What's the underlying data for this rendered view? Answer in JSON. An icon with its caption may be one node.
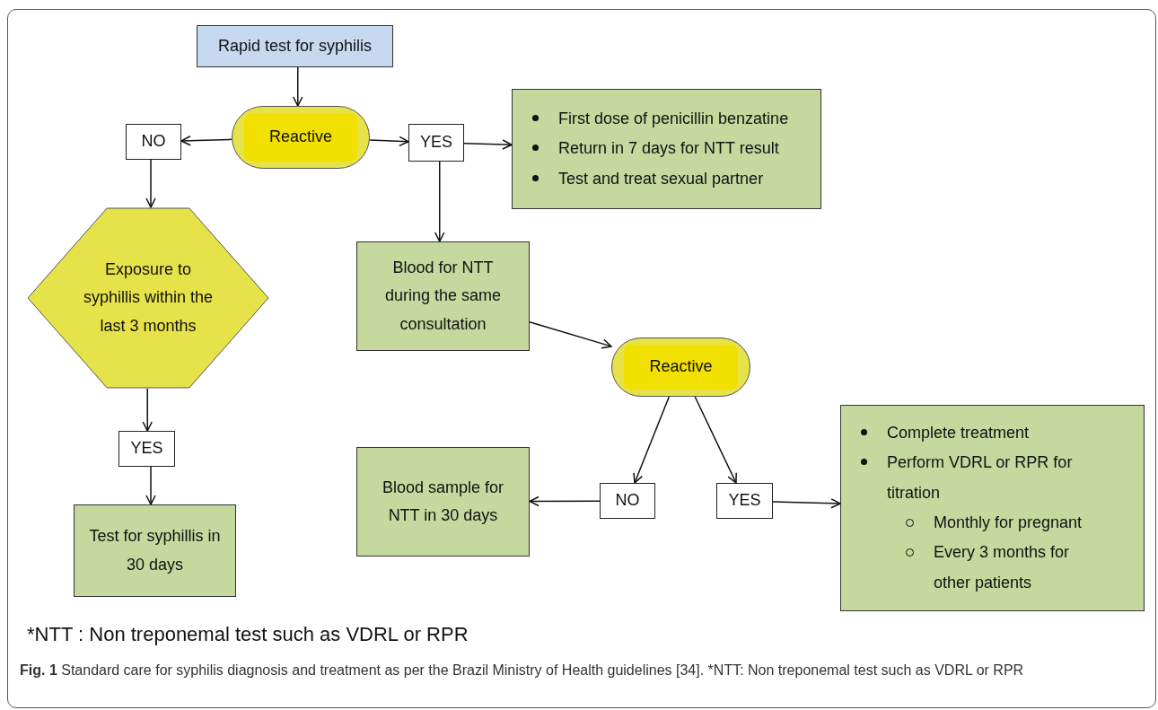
{
  "diagram": {
    "caption": "**Fig. 1** Standard care for syphilis diagnosis and treatment as per the Brazil Ministry of Health guidelines [34]. *NTT: Non treponemal test such as VDRL or RPR",
    "nodes": [
      {
        "text": [
          "Rapid test for syphilis"
        ]
      },
      {
        "text": [
          "Reactive"
        ]
      },
      {
        "text": [
          "NO"
        ]
      },
      {
        "text": [
          "YES"
        ]
      },
      {
        "text": [
          "First dose of penicillin benzatine",
          "Return in 7 days for NTT result",
          "Test and treat sexual partner"
        ]
      },
      {
        "text": [
          "Exposure to syphillis within the last 3 months"
        ]
      },
      {
        "text": [
          "YES"
        ]
      },
      {
        "text": [
          "Test for syphillis in 30 days"
        ]
      },
      {
        "text": [
          "Blood for NTT during the same consultation"
        ]
      },
      {
        "text": [
          "Reactive"
        ]
      },
      {
        "text": [
          "Blood sample for NTT in 30 days"
        ]
      },
      {
        "text": [
          "NO"
        ]
      },
      {
        "text": [
          "YES"
        ]
      },
      {
        "text": [
          "Complete treatment",
          "Perform VDRL or RPR for titration",
          "Monthly for pregnant",
          "Every 3 months for other patients"
        ]
      }
    ],
    "edges": [
      {
        "from": 0,
        "to": 1,
        "arrow": "to"
      },
      {
        "from": 1,
        "to": 2,
        "arrow": "to"
      },
      {
        "from": 1,
        "to": 3,
        "arrow": "to"
      },
      {
        "from": 3,
        "to": 4,
        "arrow": "to"
      },
      {
        "from": 2,
        "to": 5,
        "arrow": "to"
      },
      {
        "from": 3,
        "to": 8,
        "arrow": "to"
      },
      {
        "from": 5,
        "to": 6,
        "arrow": "to"
      },
      {
        "from": 6,
        "to": 7,
        "arrow": "to"
      },
      {
        "from": 8,
        "to": 9,
        "arrow": "to"
      },
      {
        "from": 9,
        "to": 11,
        "arrow": "to"
      },
      {
        "from": 9,
        "to": 12,
        "arrow": "to"
      },
      {
        "from": 11,
        "to": 10,
        "arrow": "to"
      },
      {
        "from": 12,
        "to": 13,
        "arrow": "to"
      }
    ],
    "labels": [
      "*NTT : Non treponemal test such as VDRL or RPR"
    ]
  }
}
